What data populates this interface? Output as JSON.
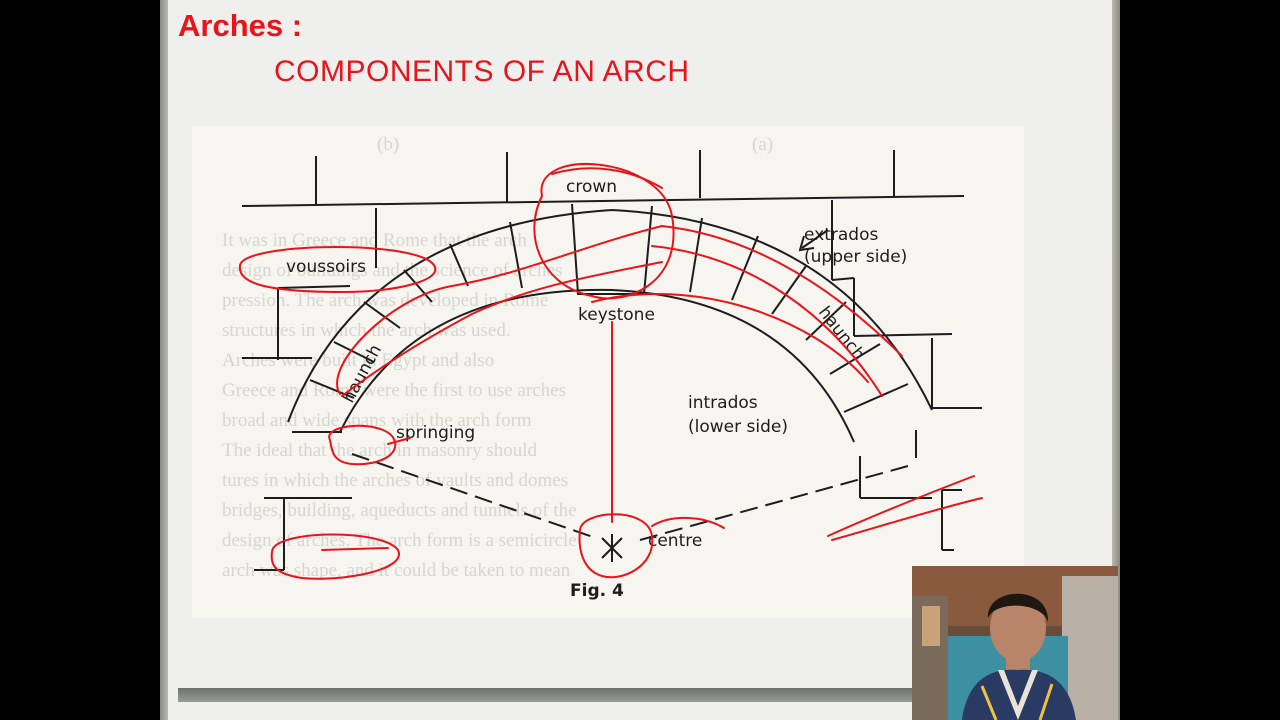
{
  "slide": {
    "title": "Arches :",
    "subtitle": "COMPONENTS OF AN ARCH"
  },
  "diagram": {
    "labels": {
      "crown": "crown",
      "extrados": "extrados",
      "extrados_note": "(upper side)",
      "voussoirs": "voussoirs",
      "keystone": "keystone",
      "haunch_left": "haunch",
      "haunch_right": "haunch",
      "intrados": "intrados",
      "intrados_note": "(lower side)",
      "springing": "springing",
      "centre": "centre",
      "figure_caption": "Fig. 4"
    },
    "annotation_color": "#e8141b",
    "ink_color": "#1d1d1d"
  },
  "webcam": {
    "description": "presenter-webcam"
  }
}
